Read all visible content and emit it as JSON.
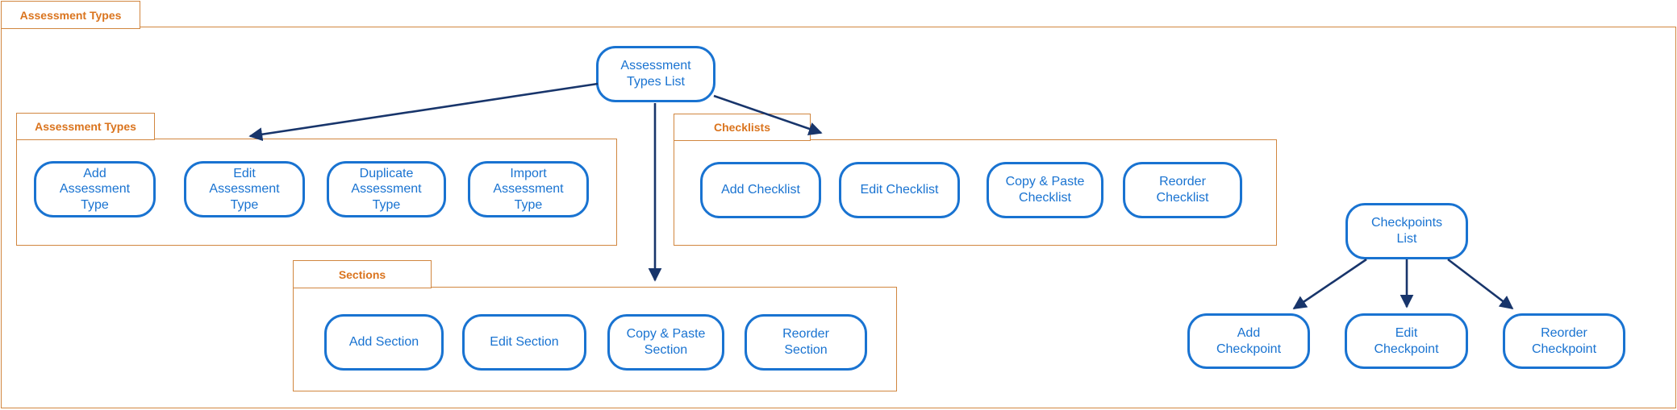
{
  "colors": {
    "orange_border": "#D1863F",
    "orange_text": "#DA741E",
    "blue_node": "#1973D1",
    "navy_arrow": "#18356B",
    "background": "#FFFFFF"
  },
  "outer_tab": {
    "label": "Assessment Types"
  },
  "groups": [
    {
      "id": "assessment-types",
      "label": "Assessment Types"
    },
    {
      "id": "checklists",
      "label": "Checklists"
    },
    {
      "id": "sections",
      "label": "Sections"
    }
  ],
  "nodes": {
    "assessment_types_list": {
      "label": [
        "Assessment",
        "Types List"
      ]
    },
    "add_assessment_type": {
      "label": [
        "Add",
        "Assessment",
        "Type"
      ]
    },
    "edit_assessment_type": {
      "label": [
        "Edit",
        "Assessment",
        "Type"
      ]
    },
    "duplicate_assessment_type": {
      "label": [
        "Duplicate",
        "Assessment",
        "Type"
      ]
    },
    "import_assessment_type": {
      "label": [
        "Import",
        "Assessment",
        "Type"
      ]
    },
    "add_checklist": {
      "label": "Add Checklist"
    },
    "edit_checklist": {
      "label": "Edit Checklist"
    },
    "copy_paste_checklist": {
      "label": [
        "Copy & Paste",
        "Checklist"
      ]
    },
    "reorder_checklist": {
      "label": [
        "Reorder",
        "Checklist"
      ]
    },
    "add_section": {
      "label": "Add Section"
    },
    "edit_section": {
      "label": "Edit Section"
    },
    "copy_paste_section": {
      "label": [
        "Copy & Paste",
        "Section"
      ]
    },
    "reorder_section": {
      "label": [
        "Reorder",
        "Section"
      ]
    },
    "checkpoints_list": {
      "label": [
        "Checkpoints",
        "List"
      ]
    },
    "add_checkpoint": {
      "label": [
        "Add",
        "Checkpoint"
      ]
    },
    "edit_checkpoint": {
      "label": [
        "Edit",
        "Checkpoint"
      ]
    },
    "reorder_checkpoint": {
      "label": [
        "Reorder",
        "Checkpoint"
      ]
    }
  },
  "edges": [
    {
      "from": "assessment-types-list",
      "to": "assessment-types-group"
    },
    {
      "from": "assessment-types-list",
      "to": "sections-group"
    },
    {
      "from": "assessment-types-list",
      "to": "checklists-group"
    },
    {
      "from": "checkpoints-list",
      "to": "add-checkpoint"
    },
    {
      "from": "checkpoints-list",
      "to": "edit-checkpoint"
    },
    {
      "from": "checkpoints-list",
      "to": "reorder-checkpoint"
    }
  ]
}
